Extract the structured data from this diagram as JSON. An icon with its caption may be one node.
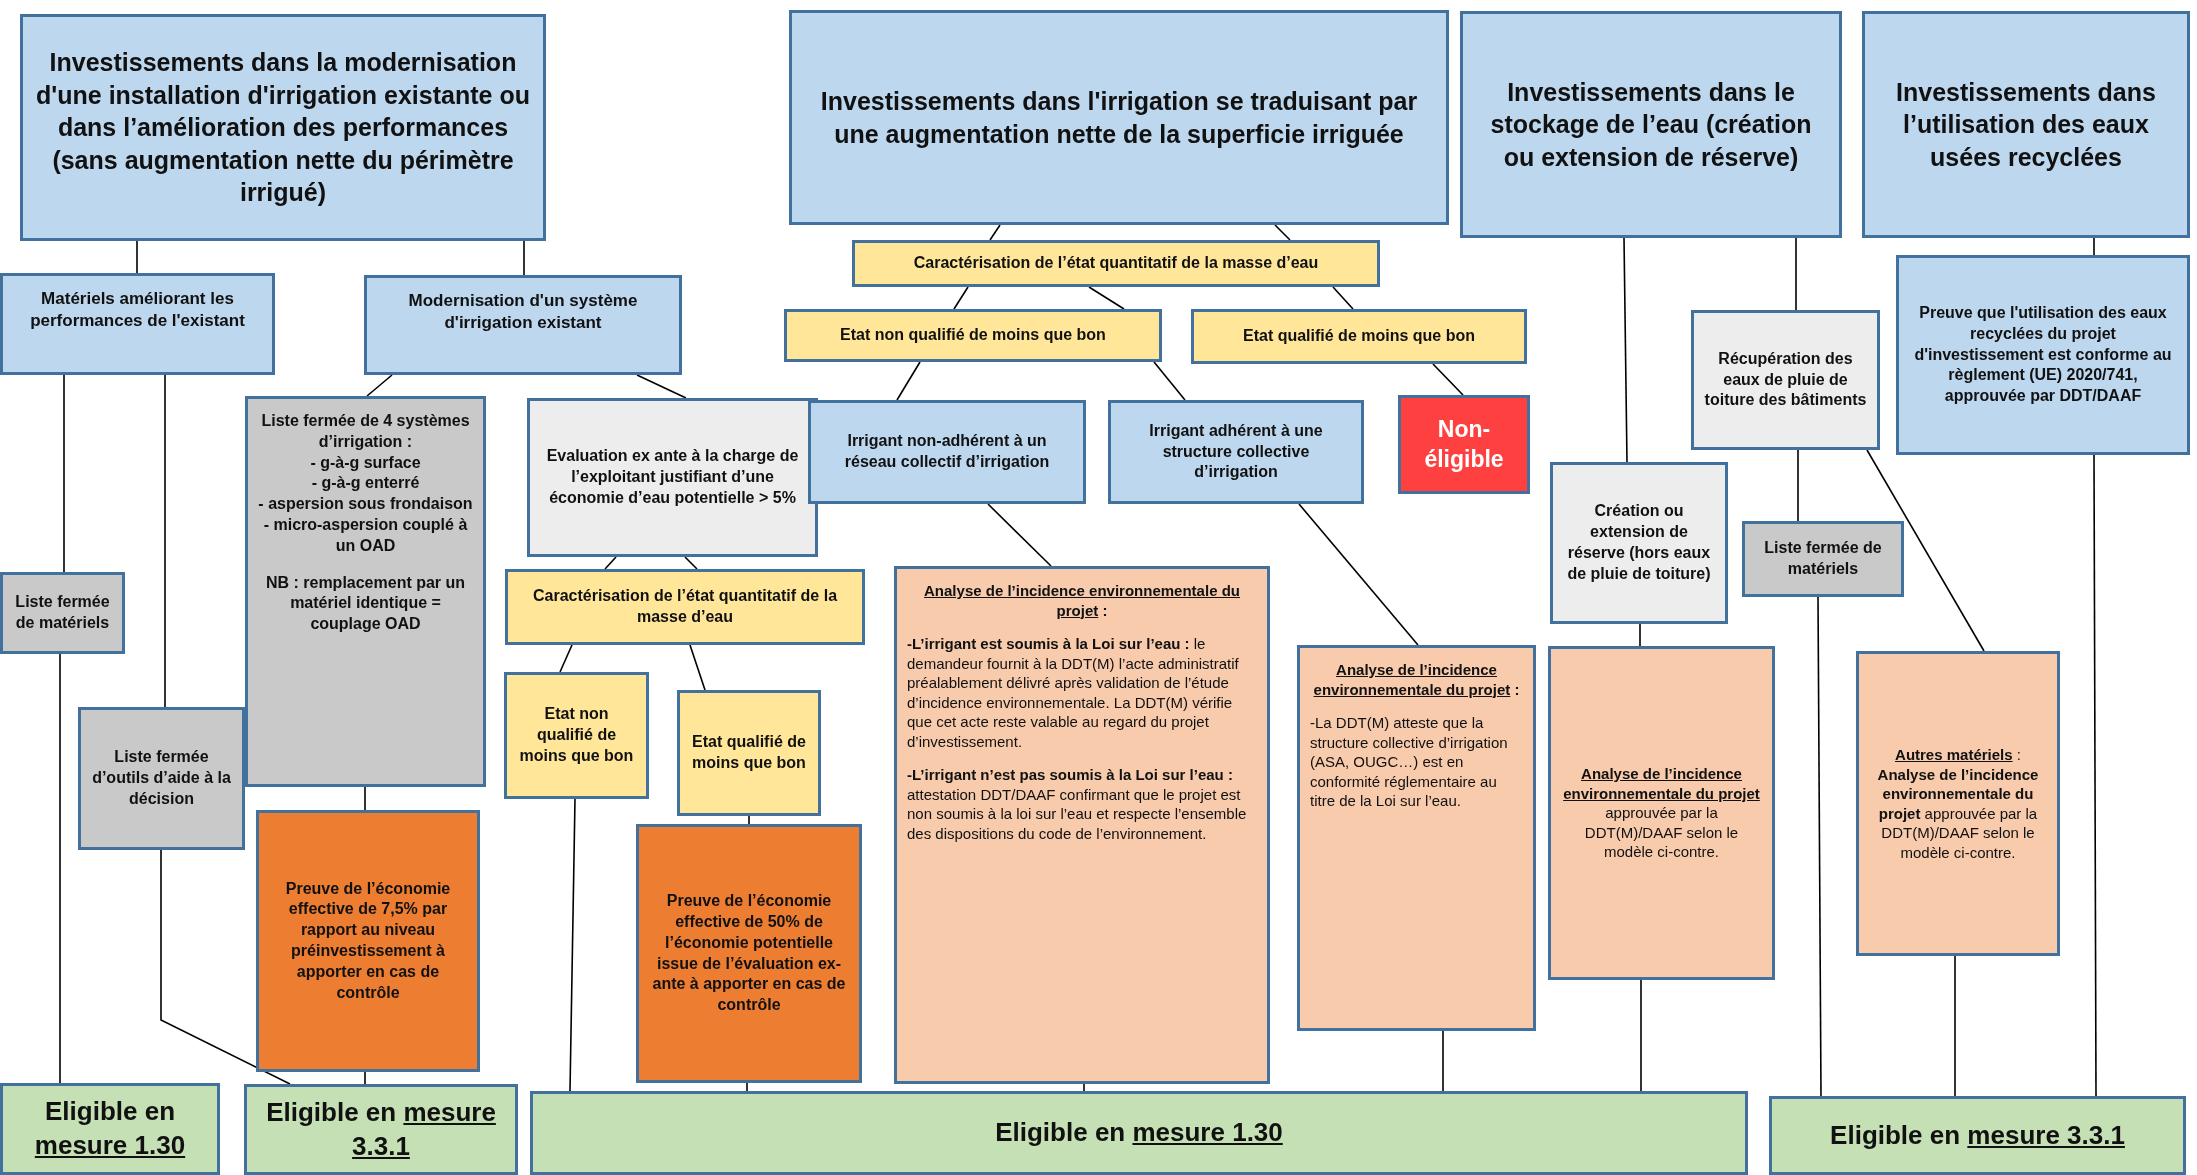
{
  "diagram": {
    "nodes": [
      {
        "text": [
          "Investissements dans la modernisation d'une installation d'irrigation existante ou dans l’amélioration des performances (sans augmentation nette du périmètre irrigué)"
        ]
      },
      {
        "text": [
          "Investissements dans l'irrigation se traduisant par une augmentation nette de la superficie irriguée"
        ]
      },
      {
        "text": [
          "Investissements dans le stockage de l’eau (création ou extension de réserve)"
        ]
      },
      {
        "text": [
          "Investissements dans l’utilisation des eaux usées recyclées"
        ]
      },
      {
        "text": [
          "Matériels améliorant les performances de l'existant"
        ]
      },
      {
        "text": [
          "Modernisation d'un système d'irrigation existant"
        ]
      },
      {
        "text": [
          "Caractérisation de l’état quantitatif de la masse d’eau"
        ]
      },
      {
        "text": [
          "Etat non qualifié de moins que bon"
        ]
      },
      {
        "text": [
          "Etat qualifié de moins que bon"
        ]
      },
      {
        "text": [
          "Liste fermée de 4 systèmes d’irrigation :",
          "- g-à-g surface",
          "- g-à-g enterré",
          "- aspersion sous frondaison",
          "- micro-aspersion couplé à un OAD",
          "NB : remplacement par un matériel identique = couplage OAD"
        ]
      },
      {
        "text": [
          "Evaluation ex ante à la charge de l’exploitant justifiant d’une économie d’eau potentielle > 5%"
        ]
      },
      {
        "text": [
          "Irrigant non-adhérent à un réseau collectif d’irrigation"
        ]
      },
      {
        "text": [
          "Irrigant adhérent à une structure collective d’irrigation"
        ]
      },
      {
        "text": [
          "Non-éligible"
        ]
      },
      {
        "text": [
          "Récupération des eaux de pluie de toiture des bâtiments"
        ]
      },
      {
        "text": [
          "Preuve que l'utilisation des eaux recyclées du projet d'investissement est conforme au règlement (UE) 2020/741, approuvée par DDT/DAAF"
        ]
      },
      {
        "text": [
          "Liste fermée de matériels"
        ]
      },
      {
        "text": [
          "Création ou extension de réserve (hors eaux de pluie de toiture)"
        ]
      },
      {
        "text": [
          "Liste fermée de matériels"
        ]
      },
      {
        "text": [
          "Caractérisation de l’état quantitatif de la masse d’eau"
        ]
      },
      {
        "text": [
          "**Analyse de l’incidence environnementale du projet** :",
          "**-L’irrigant est soumis à la Loi sur l’eau :** le demandeur fournit à la DDT(M) l’acte administratif préalablement délivré après validation de l’étude d’incidence environnementale. La DDT(M) vérifie que cet acte reste valable au regard du projet d’investissement.",
          "**-L’irrigant n’est pas soumis à la Loi sur l’eau :** attestation DDT/DAAF confirmant que le projet est non soumis à la loi sur l’eau et respecte l’ensemble des dispositions du code de l’environnement."
        ]
      },
      {
        "text": [
          "Liste fermée d’outils d’aide à la décision"
        ]
      },
      {
        "text": [
          "Etat non qualifié de moins que bon"
        ]
      },
      {
        "text": [
          "Etat qualifié de moins que bon"
        ]
      },
      {
        "text": [
          "**Analyse de l’incidence environnementale du projet** :",
          "-La DDT(M) atteste que la structure collective d’irrigation (ASA, OUGC…) est en conformité réglementaire au titre de la Loi sur l’eau."
        ]
      },
      {
        "text": [
          "**Analyse de l’incidence environnementale du projet** approuvée par la DDT(M)/DAAF selon le modèle ci-contre."
        ]
      },
      {
        "text": [
          "**Autres matériels** : **Analyse de l’incidence environnementale du projet** approuvée par la DDT(M)/DAAF selon le modèle ci-contre."
        ]
      },
      {
        "text": [
          "Preuve de l’économie effective de 7,5% par rapport au niveau préinvestissement à apporter en cas de contrôle"
        ]
      },
      {
        "text": [
          "Preuve de l’économie effective de 50% de l’économie potentielle issue de l’évaluation ex-ante à apporter en cas de contrôle"
        ]
      },
      {
        "text": [
          "Eligible en **mesure 1.30**"
        ]
      },
      {
        "text": [
          "Eligible en **mesure 3.3.1**"
        ]
      },
      {
        "text": [
          "Eligible en **mesure 1.30**"
        ]
      },
      {
        "text": [
          "Eligible en **mesure 3.3.1**"
        ]
      }
    ],
    "edges": [
      {
        "from": 0,
        "to": 4,
        "arrow": "none"
      },
      {
        "from": 0,
        "to": 5,
        "arrow": "none"
      },
      {
        "from": 1,
        "to": 6,
        "arrow": "none"
      },
      {
        "from": 1,
        "to": 6,
        "arrow": "none"
      },
      {
        "from": 6,
        "to": 7,
        "arrow": "none"
      },
      {
        "from": 6,
        "to": 7,
        "arrow": "none"
      },
      {
        "from": 6,
        "to": 8,
        "arrow": "none"
      },
      {
        "from": 7,
        "to": 11,
        "arrow": "none"
      },
      {
        "from": 7,
        "to": 12,
        "arrow": "none"
      },
      {
        "from": 8,
        "to": 13,
        "arrow": "none"
      },
      {
        "from": 5,
        "to": 9,
        "arrow": "none"
      },
      {
        "from": 5,
        "to": 10,
        "arrow": "none"
      },
      {
        "from": 10,
        "to": 19,
        "arrow": "none"
      },
      {
        "from": 10,
        "to": 19,
        "arrow": "none"
      },
      {
        "from": 19,
        "to": 22,
        "arrow": "none"
      },
      {
        "from": 19,
        "to": 23,
        "arrow": "none"
      },
      {
        "from": 9,
        "to": 27,
        "arrow": "none"
      },
      {
        "from": 27,
        "to": 30,
        "arrow": "none"
      },
      {
        "from": 23,
        "to": 28,
        "arrow": "none"
      },
      {
        "from": 28,
        "to": 31,
        "arrow": "none"
      },
      {
        "from": 22,
        "to": 31,
        "arrow": "none"
      },
      {
        "from": 11,
        "to": 20,
        "arrow": "none"
      },
      {
        "from": 12,
        "to": 24,
        "arrow": "none"
      },
      {
        "from": 20,
        "to": 31,
        "arrow": "none"
      },
      {
        "from": 24,
        "to": 31,
        "arrow": "none"
      },
      {
        "from": 2,
        "to": 17,
        "arrow": "none"
      },
      {
        "from": 2,
        "to": 14,
        "arrow": "none"
      },
      {
        "from": 3,
        "to": 15,
        "arrow": "none"
      },
      {
        "from": 17,
        "to": 25,
        "arrow": "none"
      },
      {
        "from": 25,
        "to": 31,
        "arrow": "none"
      },
      {
        "from": 14,
        "to": 18,
        "arrow": "none"
      },
      {
        "from": 14,
        "to": 26,
        "arrow": "none"
      },
      {
        "from": 18,
        "to": 32,
        "arrow": "none"
      },
      {
        "from": 26,
        "to": 32,
        "arrow": "none"
      },
      {
        "from": 15,
        "to": 32,
        "arrow": "none"
      },
      {
        "from": 4,
        "to": 16,
        "arrow": "none"
      },
      {
        "from": 16,
        "to": 29,
        "arrow": "none"
      },
      {
        "from": 4,
        "to": 21,
        "arrow": "none"
      },
      {
        "from": 21,
        "to": 30,
        "arrow": "none"
      }
    ]
  }
}
